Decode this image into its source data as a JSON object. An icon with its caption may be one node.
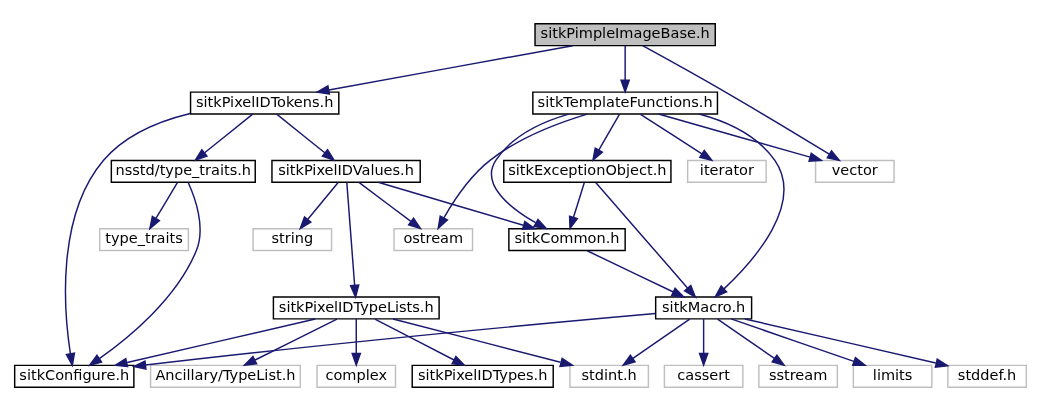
{
  "diagram": {
    "nodes": [
      {
        "text": [
          "sitkPimpleImageBase.h"
        ]
      },
      {
        "text": [
          "sitkPixelIDTokens.h"
        ]
      },
      {
        "text": [
          "vector"
        ]
      },
      {
        "text": [
          "sitkTemplateFunctions.h"
        ]
      },
      {
        "text": [
          "nsstd/type_traits.h"
        ]
      },
      {
        "text": [
          "sitkPixelIDValues.h"
        ]
      },
      {
        "text": [
          "sitkExceptionObject.h"
        ]
      },
      {
        "text": [
          "iterator"
        ]
      },
      {
        "text": [
          "type_traits"
        ]
      },
      {
        "text": [
          "string"
        ]
      },
      {
        "text": [
          "ostream"
        ]
      },
      {
        "text": [
          "sitkCommon.h"
        ]
      },
      {
        "text": [
          "sitkPixelIDTypeLists.h"
        ]
      },
      {
        "text": [
          "sitkMacro.h"
        ]
      },
      {
        "text": [
          "sitkConfigure.h"
        ]
      },
      {
        "text": [
          "complex"
        ]
      },
      {
        "text": [
          "sitkPixelIDTypes.h"
        ]
      },
      {
        "text": [
          "Ancillary/TypeList.h"
        ]
      },
      {
        "text": [
          "stdint.h"
        ]
      },
      {
        "text": [
          "cassert"
        ]
      },
      {
        "text": [
          "sstream"
        ]
      },
      {
        "text": [
          "limits"
        ]
      },
      {
        "text": [
          "stddef.h"
        ]
      }
    ],
    "edges": [
      {
        "from": 0,
        "to": 1,
        "arrow": "to"
      },
      {
        "from": 0,
        "to": 2,
        "arrow": "to"
      },
      {
        "from": 0,
        "to": 3,
        "arrow": "to"
      },
      {
        "from": 1,
        "to": 4,
        "arrow": "to"
      },
      {
        "from": 1,
        "to": 5,
        "arrow": "to"
      },
      {
        "from": 1,
        "to": 14,
        "arrow": "to"
      },
      {
        "from": 3,
        "to": 2,
        "arrow": "to"
      },
      {
        "from": 3,
        "to": 10,
        "arrow": "to"
      },
      {
        "from": 3,
        "to": 11,
        "arrow": "to"
      },
      {
        "from": 3,
        "to": 6,
        "arrow": "to"
      },
      {
        "from": 3,
        "to": 7,
        "arrow": "to"
      },
      {
        "from": 3,
        "to": 13,
        "arrow": "to"
      },
      {
        "from": 4,
        "to": 8,
        "arrow": "to"
      },
      {
        "from": 4,
        "to": 14,
        "arrow": "to"
      },
      {
        "from": 5,
        "to": 9,
        "arrow": "to"
      },
      {
        "from": 5,
        "to": 10,
        "arrow": "to"
      },
      {
        "from": 5,
        "to": 11,
        "arrow": "to"
      },
      {
        "from": 5,
        "to": 12,
        "arrow": "to"
      },
      {
        "from": 6,
        "to": 11,
        "arrow": "to"
      },
      {
        "from": 6,
        "to": 13,
        "arrow": "to"
      },
      {
        "from": 11,
        "to": 13,
        "arrow": "to"
      },
      {
        "from": 12,
        "to": 14,
        "arrow": "to"
      },
      {
        "from": 12,
        "to": 15,
        "arrow": "to"
      },
      {
        "from": 12,
        "to": 16,
        "arrow": "to"
      },
      {
        "from": 12,
        "to": 17,
        "arrow": "to"
      },
      {
        "from": 12,
        "to": 18,
        "arrow": "to"
      },
      {
        "from": 13,
        "to": 14,
        "arrow": "to"
      },
      {
        "from": 13,
        "to": 18,
        "arrow": "to"
      },
      {
        "from": 13,
        "to": 19,
        "arrow": "to"
      },
      {
        "from": 13,
        "to": 20,
        "arrow": "to"
      },
      {
        "from": 13,
        "to": 21,
        "arrow": "to"
      },
      {
        "from": 13,
        "to": 22,
        "arrow": "to"
      }
    ]
  }
}
